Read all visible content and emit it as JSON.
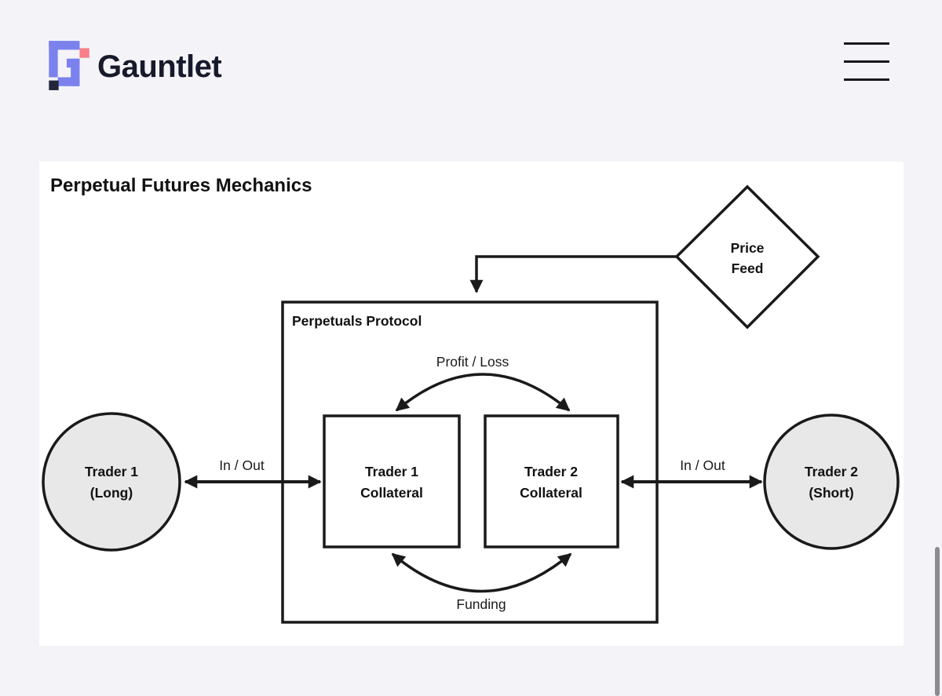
{
  "header": {
    "brand": "Gauntlet",
    "menu_icon": "hamburger"
  },
  "panel": {
    "title": "Perpetual Futures Mechanics"
  },
  "diagram": {
    "price_feed": {
      "line1": "Price",
      "line2": "Feed"
    },
    "protocol_label": "Perpetuals Protocol",
    "trader1_box": {
      "line1": "Trader 1",
      "line2": "Collateral"
    },
    "trader2_box": {
      "line1": "Trader 2",
      "line2": "Collateral"
    },
    "trader1_circle": {
      "line1": "Trader 1",
      "line2": "(Long)"
    },
    "trader2_circle": {
      "line1": "Trader 2",
      "line2": "(Short)"
    },
    "edges": {
      "profit_loss": "Profit / Loss",
      "funding": "Funding",
      "in_out_left": "In / Out",
      "in_out_right": "In / Out"
    }
  },
  "colors": {
    "brand_purple": "#7b82ee",
    "brand_pink": "#f97f8b",
    "brand_navy": "#23263a",
    "diagram_stroke": "#1a1a1a",
    "node_fill": "#e8e8e8",
    "panel_bg": "#ffffff",
    "page_bg": "#f4f4f8"
  }
}
